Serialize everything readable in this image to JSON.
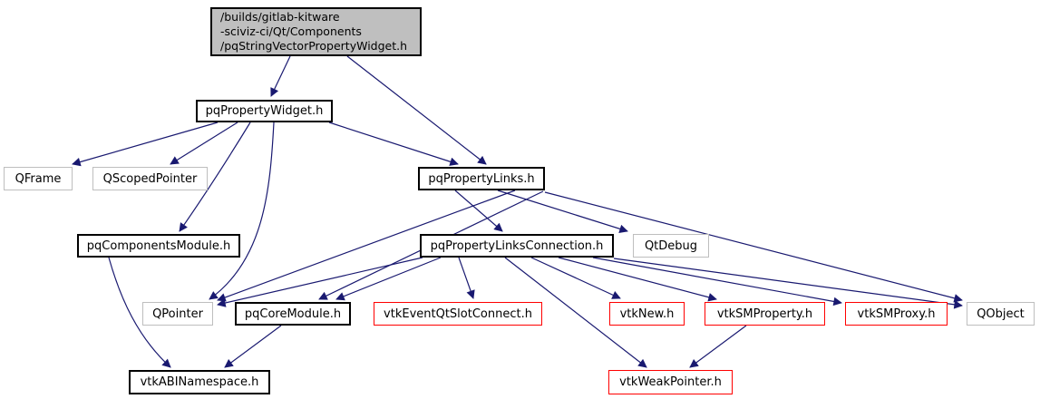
{
  "diagram": {
    "type": "include-dependency-graph",
    "background_color": "#ffffff",
    "edge_color": "#191970",
    "node_border_colors": {
      "documented": "#000000",
      "external": "#bebebe",
      "truncated": "#ff0000"
    },
    "main_node_fill": "#bfbfbf",
    "nodes": {
      "main": {
        "label": "/builds/gitlab-kitware\n-sciviz-ci/Qt/Components\n/pqStringVectorPropertyWidget.h",
        "style": "main"
      },
      "pqPropertyWidget": {
        "label": "pqPropertyWidget.h",
        "style": "documented"
      },
      "QFrame": {
        "label": "QFrame",
        "style": "external"
      },
      "QScopedPointer": {
        "label": "QScopedPointer",
        "style": "external"
      },
      "pqPropertyLinks": {
        "label": "pqPropertyLinks.h",
        "style": "documented"
      },
      "pqComponentsModule": {
        "label": "pqComponentsModule.h",
        "style": "documented"
      },
      "pqPropertyLinksConnection": {
        "label": "pqPropertyLinksConnection.h",
        "style": "documented"
      },
      "QtDebug": {
        "label": "QtDebug",
        "style": "external"
      },
      "QPointer": {
        "label": "QPointer",
        "style": "external"
      },
      "pqCoreModule": {
        "label": "pqCoreModule.h",
        "style": "documented"
      },
      "vtkEventQtSlotConnect": {
        "label": "vtkEventQtSlotConnect.h",
        "style": "truncated"
      },
      "vtkNew": {
        "label": "vtkNew.h",
        "style": "truncated"
      },
      "vtkSMProperty": {
        "label": "vtkSMProperty.h",
        "style": "truncated"
      },
      "vtkSMProxy": {
        "label": "vtkSMProxy.h",
        "style": "truncated"
      },
      "QObject": {
        "label": "QObject",
        "style": "external"
      },
      "vtkABINamespace": {
        "label": "vtkABINamespace.h",
        "style": "documented"
      },
      "vtkWeakPointer": {
        "label": "vtkWeakPointer.h",
        "style": "truncated"
      }
    },
    "edges": [
      {
        "from": "main",
        "to": "pqPropertyWidget"
      },
      {
        "from": "main",
        "to": "pqPropertyLinks"
      },
      {
        "from": "pqPropertyWidget",
        "to": "QFrame"
      },
      {
        "from": "pqPropertyWidget",
        "to": "QScopedPointer"
      },
      {
        "from": "pqPropertyWidget",
        "to": "pqComponentsModule"
      },
      {
        "from": "pqPropertyWidget",
        "to": "QPointer"
      },
      {
        "from": "pqPropertyWidget",
        "to": "pqPropertyLinks"
      },
      {
        "from": "pqPropertyLinks",
        "to": "pqPropertyLinksConnection"
      },
      {
        "from": "pqPropertyLinks",
        "to": "QtDebug"
      },
      {
        "from": "pqPropertyLinks",
        "to": "QPointer"
      },
      {
        "from": "pqPropertyLinks",
        "to": "pqCoreModule"
      },
      {
        "from": "pqPropertyLinks",
        "to": "QObject"
      },
      {
        "from": "pqPropertyLinksConnection",
        "to": "QPointer"
      },
      {
        "from": "pqPropertyLinksConnection",
        "to": "pqCoreModule"
      },
      {
        "from": "pqPropertyLinksConnection",
        "to": "vtkEventQtSlotConnect"
      },
      {
        "from": "pqPropertyLinksConnection",
        "to": "vtkWeakPointer"
      },
      {
        "from": "pqPropertyLinksConnection",
        "to": "vtkNew"
      },
      {
        "from": "pqPropertyLinksConnection",
        "to": "vtkSMProperty"
      },
      {
        "from": "pqPropertyLinksConnection",
        "to": "vtkSMProxy"
      },
      {
        "from": "pqPropertyLinksConnection",
        "to": "QObject"
      },
      {
        "from": "pqComponentsModule",
        "to": "vtkABINamespace"
      },
      {
        "from": "pqCoreModule",
        "to": "vtkABINamespace"
      },
      {
        "from": "vtkSMProperty",
        "to": "vtkWeakPointer"
      }
    ]
  }
}
